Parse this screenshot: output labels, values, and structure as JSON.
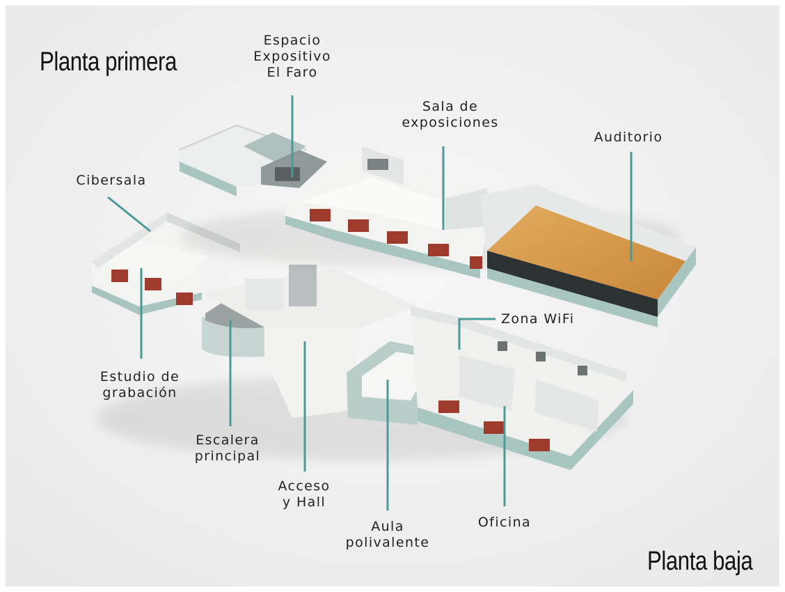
{
  "floors": {
    "first": "Planta primera",
    "ground": "Planta baja"
  },
  "labels": {
    "espacio_expositivo": [
      "Espacio",
      "Expositivo",
      "El Faro"
    ],
    "sala_exposiciones": [
      "Sala de",
      "exposiciones"
    ],
    "auditorio": [
      "Auditorio"
    ],
    "cibersala": [
      "Cibersala"
    ],
    "zona_wifi": [
      "Zona WiFi"
    ],
    "estudio_grabacion": [
      "Estudio de",
      "grabación"
    ],
    "escalera_principal": [
      "Escalera",
      "principal"
    ],
    "acceso_hall": [
      "Acceso",
      "y Hall"
    ],
    "aula_polivalente": [
      "Aula",
      "polivalente"
    ],
    "oficina": [
      "Oficina"
    ]
  },
  "colors": {
    "background": "#f1f1f1",
    "leader_line": "#4a9a98",
    "wall": "#e9ecea",
    "wall_shadow": "#c9d2cf",
    "base_teal": "#a9c5c0",
    "window_red": "#9e3b2c",
    "auditorium_floor": "#d59a4e",
    "floor_light": "#f4f4f2"
  }
}
